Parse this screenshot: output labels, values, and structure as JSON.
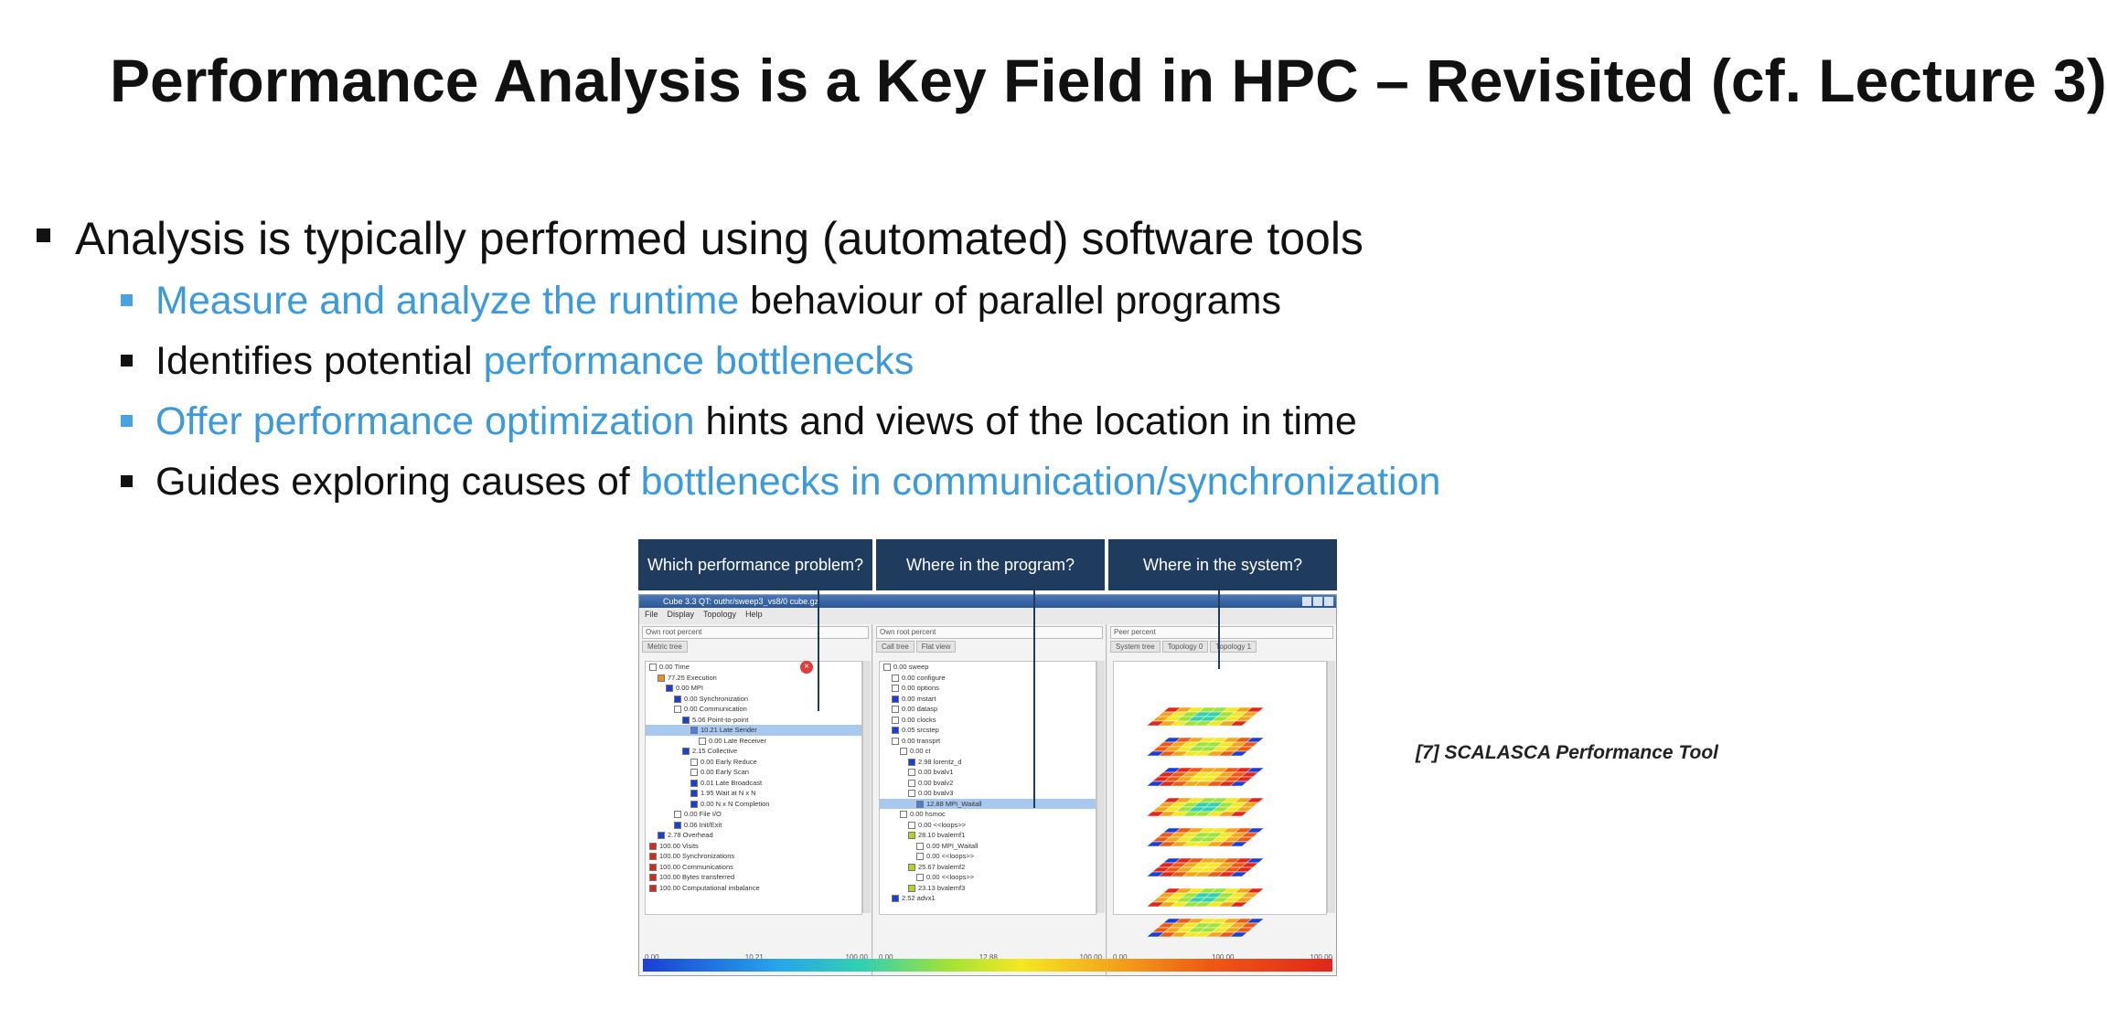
{
  "slide": {
    "title": "Performance Analysis is a Key Field in HPC – Revisited (cf. Lecture 3)",
    "bullet1": "Analysis is typically performed using (automated) software tools",
    "sub1": {
      "highlight": "Measure and analyze the runtime",
      "rest": " behaviour of parallel programs"
    },
    "sub2": {
      "plain": "Identifies potential ",
      "highlight": "performance bottlenecks"
    },
    "sub3": {
      "highlight": "Offer performance optimization",
      "rest": " hints and views of the location in time"
    },
    "sub4": {
      "plain": "Guides exploring causes of ",
      "highlight": "bottlenecks in communication/synchronization"
    },
    "caption": "[7] SCALASCA Performance Tool",
    "colors": {
      "highlight": "#3d9ad9",
      "header": "#1f3c5f"
    }
  },
  "figure": {
    "headers": [
      "Which performance problem?",
      "Where in the program?",
      "Where in the system?"
    ],
    "window_title": "Cube 3.3 QT: outhr/sweep3_vs8/0 cube.gz",
    "menu": [
      "File",
      "Display",
      "Topology",
      "Help"
    ],
    "pane1": {
      "combo": "Own root percent",
      "tabs": [
        "Metric tree"
      ],
      "rows": [
        "0.00 Time",
        "77.25 Execution",
        "0.00 MPI",
        "0.00 Synchronization",
        "0.00 Communication",
        "5.06 Point-to-point",
        "10.21 Late Sender",
        "0.00 Late Receiver",
        "2.15 Collective",
        "0.00 Early Reduce",
        "0.00 Early Scan",
        "0.01 Late Broadcast",
        "1.95 Wait at N x N",
        "0.00 N x N Completion",
        "0.00 File I/O",
        "0.06 Init/Exit",
        "2.78 Overhead",
        "100.00 Visits",
        "100.00 Synchronizations",
        "100.00 Communications",
        "100.00 Bytes transferred",
        "100.00 Computational imbalance"
      ],
      "scale": [
        "0.00",
        "10.21",
        "100.00"
      ]
    },
    "pane2": {
      "combo": "Own root percent",
      "tabs": [
        "Call tree",
        "Flat view"
      ],
      "rows": [
        "0.00 sweep",
        "0.00 configure",
        "0.00 options",
        "0.00 mstart",
        "0.00 datasp",
        "0.00 clocks",
        "0.05 srcstep",
        "0.00 transprt",
        "0.00 ct",
        "2.98 lorentz_d",
        "0.00 bvalv1",
        "0.00 bvalv2",
        "0.00 bvalv3",
        "12.88 MPI_Waitall",
        "0.00 hsmoc",
        "0.00 <<loops>>",
        "28.10 bvalemf1",
        "0.00 MPI_Waitall",
        "0.00 <<loops>>",
        "25.67 bvalemf2",
        "0.00 <<loops>>",
        "23.13 bvalemf3",
        "2.52 advx1"
      ],
      "scale": [
        "0.00",
        "12.88",
        "100.00"
      ]
    },
    "pane3": {
      "combo": "Peer percent",
      "tabs": [
        "System tree",
        "Topology 0",
        "Topology 1"
      ],
      "scale": [
        "0.00",
        "100.00",
        "100.00"
      ]
    }
  }
}
